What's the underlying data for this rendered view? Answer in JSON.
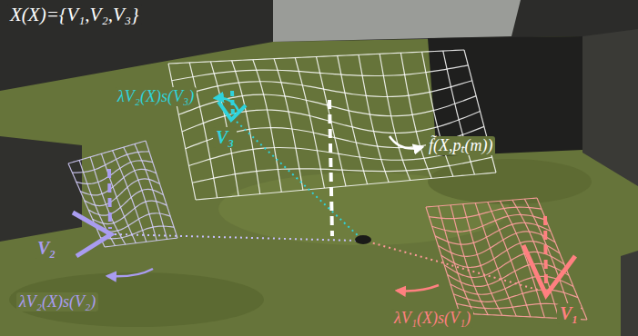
{
  "diagram": {
    "labels": [
      "X(X)={V₁,V₂,V₃}",
      "λV₂(X)s(V₃)",
      "V₃",
      "f̃(X,pₜ(m))",
      "V₂",
      "λV₂(X)s(V₂)",
      "V₁",
      "λV₁(X)s(V₁)"
    ]
  }
}
